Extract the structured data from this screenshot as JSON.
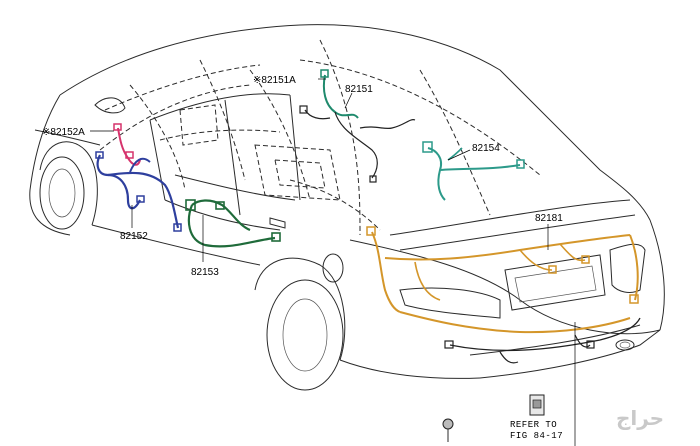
{
  "diagram": {
    "part_labels": {
      "p82151A": "※82151A",
      "p82151": "82151",
      "p82152A": "※82152A",
      "p82152": "82152",
      "p82153": "82153",
      "p82154": "82154",
      "p82181": "82181"
    },
    "reference": {
      "line1": "REFER TO",
      "line2": "FIG 84-17"
    },
    "watermark": "حراج",
    "harness_colors": {
      "h82152A": "#d6336c",
      "h82152": "#2e3f9e",
      "h82153": "#1f6b3a",
      "h82151": "#1f8a6d",
      "h82154": "#2c9a8a",
      "h82181": "#d4962a",
      "body_line": "#2b2b2b"
    }
  }
}
